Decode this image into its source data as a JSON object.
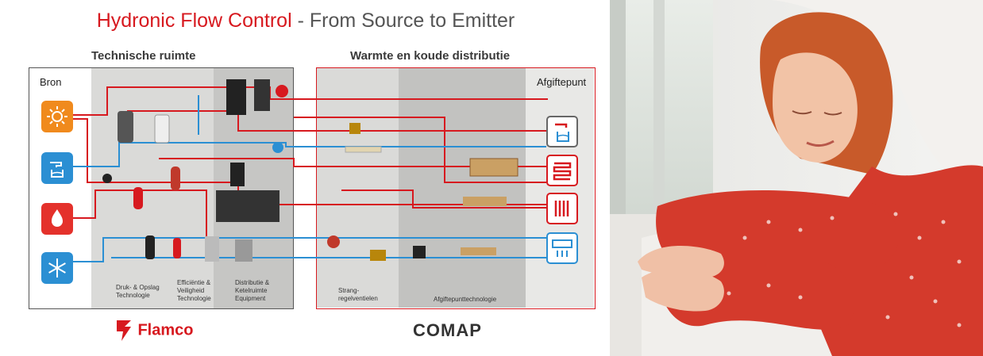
{
  "title": {
    "highlight": "Hydronic Flow Control",
    "rest": " - From Source to Emitter"
  },
  "sections": {
    "technical_room": "Technische ruimte",
    "distribution": "Warmte en koude distributie"
  },
  "zones": {
    "source": "Bron",
    "emitter": "Afgiftepunt",
    "storage": "Druk- & Opslag\nTechnologie",
    "efficiency": "Efficiëntie &\nVeiligheid\nTechnologie",
    "distribution": "Distributie &\nKetelruimte\nEquipment",
    "riser": "Strang-\nregelventielen",
    "emitter_tech": "Afgiftepunttechnologie"
  },
  "source_icons": [
    "sun-icon",
    "tap-water-icon",
    "flame-icon",
    "snowflake-icon"
  ],
  "emitter_icons": [
    "tap-glass-icon",
    "floor-heating-icon",
    "radiator-icon",
    "fan-coil-icon"
  ],
  "logos": {
    "flamco": "Flamco",
    "comap": "COMAP"
  },
  "colors": {
    "red": "#d7191f",
    "blue": "#2b8fd3",
    "orange": "#f08a1d",
    "grey_zone": "#dadad8",
    "dark_zone": "#c4c4c2"
  }
}
